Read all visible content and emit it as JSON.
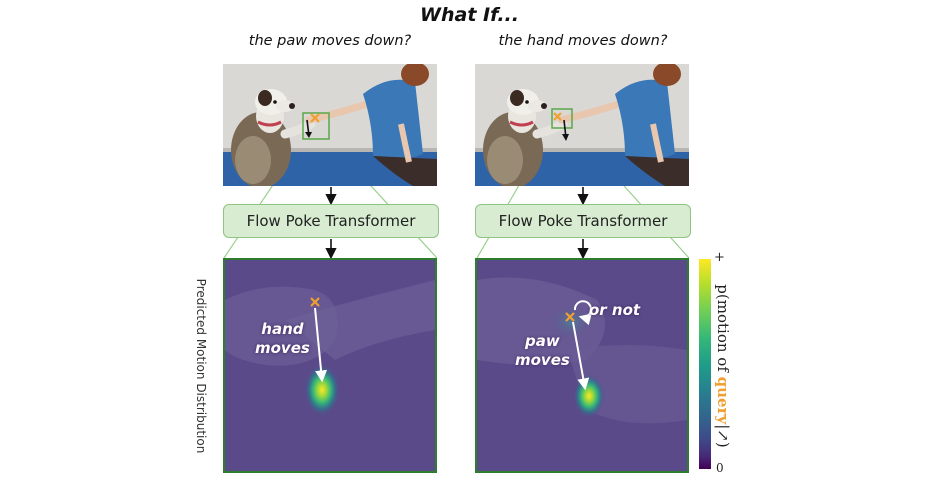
{
  "title": "What If...",
  "panels": [
    {
      "caption": "the paw moves down?",
      "model_label": "Flow Poke Transformer",
      "motion_label_line1": "hand",
      "motion_label_line2": "moves"
    },
    {
      "caption": "the hand moves down?",
      "model_label": "Flow Poke Transformer",
      "motion_label_line1": "paw",
      "motion_label_line2": "moves",
      "extra_label": "or not"
    }
  ],
  "y_axis_label": "Predicted Motion Distribution",
  "colorbar": {
    "label_prefix": "p(motion of ",
    "label_query": "query",
    "label_suffix": "|↗)",
    "max_label": "+",
    "min_label": "0"
  },
  "colors": {
    "query_marker": "#f0a030",
    "box_fill": "#d7ecd0",
    "box_border": "#8fc482",
    "panel_border": "#2e7d2e",
    "heatmap_base": "#5a4a8a"
  }
}
